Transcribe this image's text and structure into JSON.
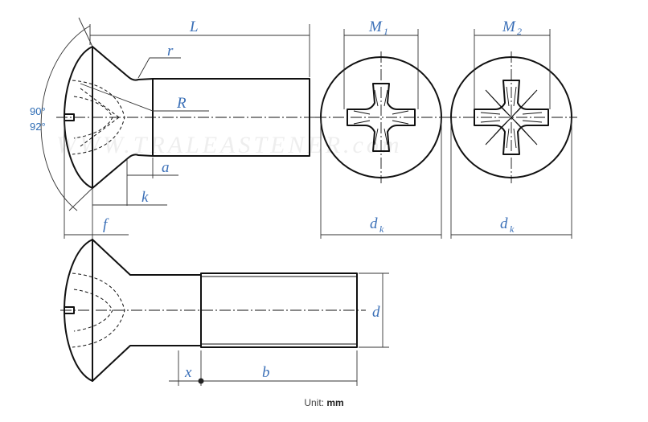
{
  "labels": {
    "L": "L",
    "r": "r",
    "R": "R",
    "a": "a",
    "k": "k",
    "f": "f",
    "M1": "M",
    "M1_sub": "1",
    "M2": "M",
    "M2_sub": "2",
    "dk1": "d",
    "dk1_sub": "k",
    "dk2": "d",
    "dk2_sub": "k",
    "d": "d",
    "x": "x",
    "b": "b"
  },
  "angles": {
    "angle_1": "90°",
    "angle_2": "92°"
  },
  "watermark": "WWW.TRALEASTENER.com",
  "caption": {
    "prefix": "Unit: ",
    "unit": "mm"
  }
}
